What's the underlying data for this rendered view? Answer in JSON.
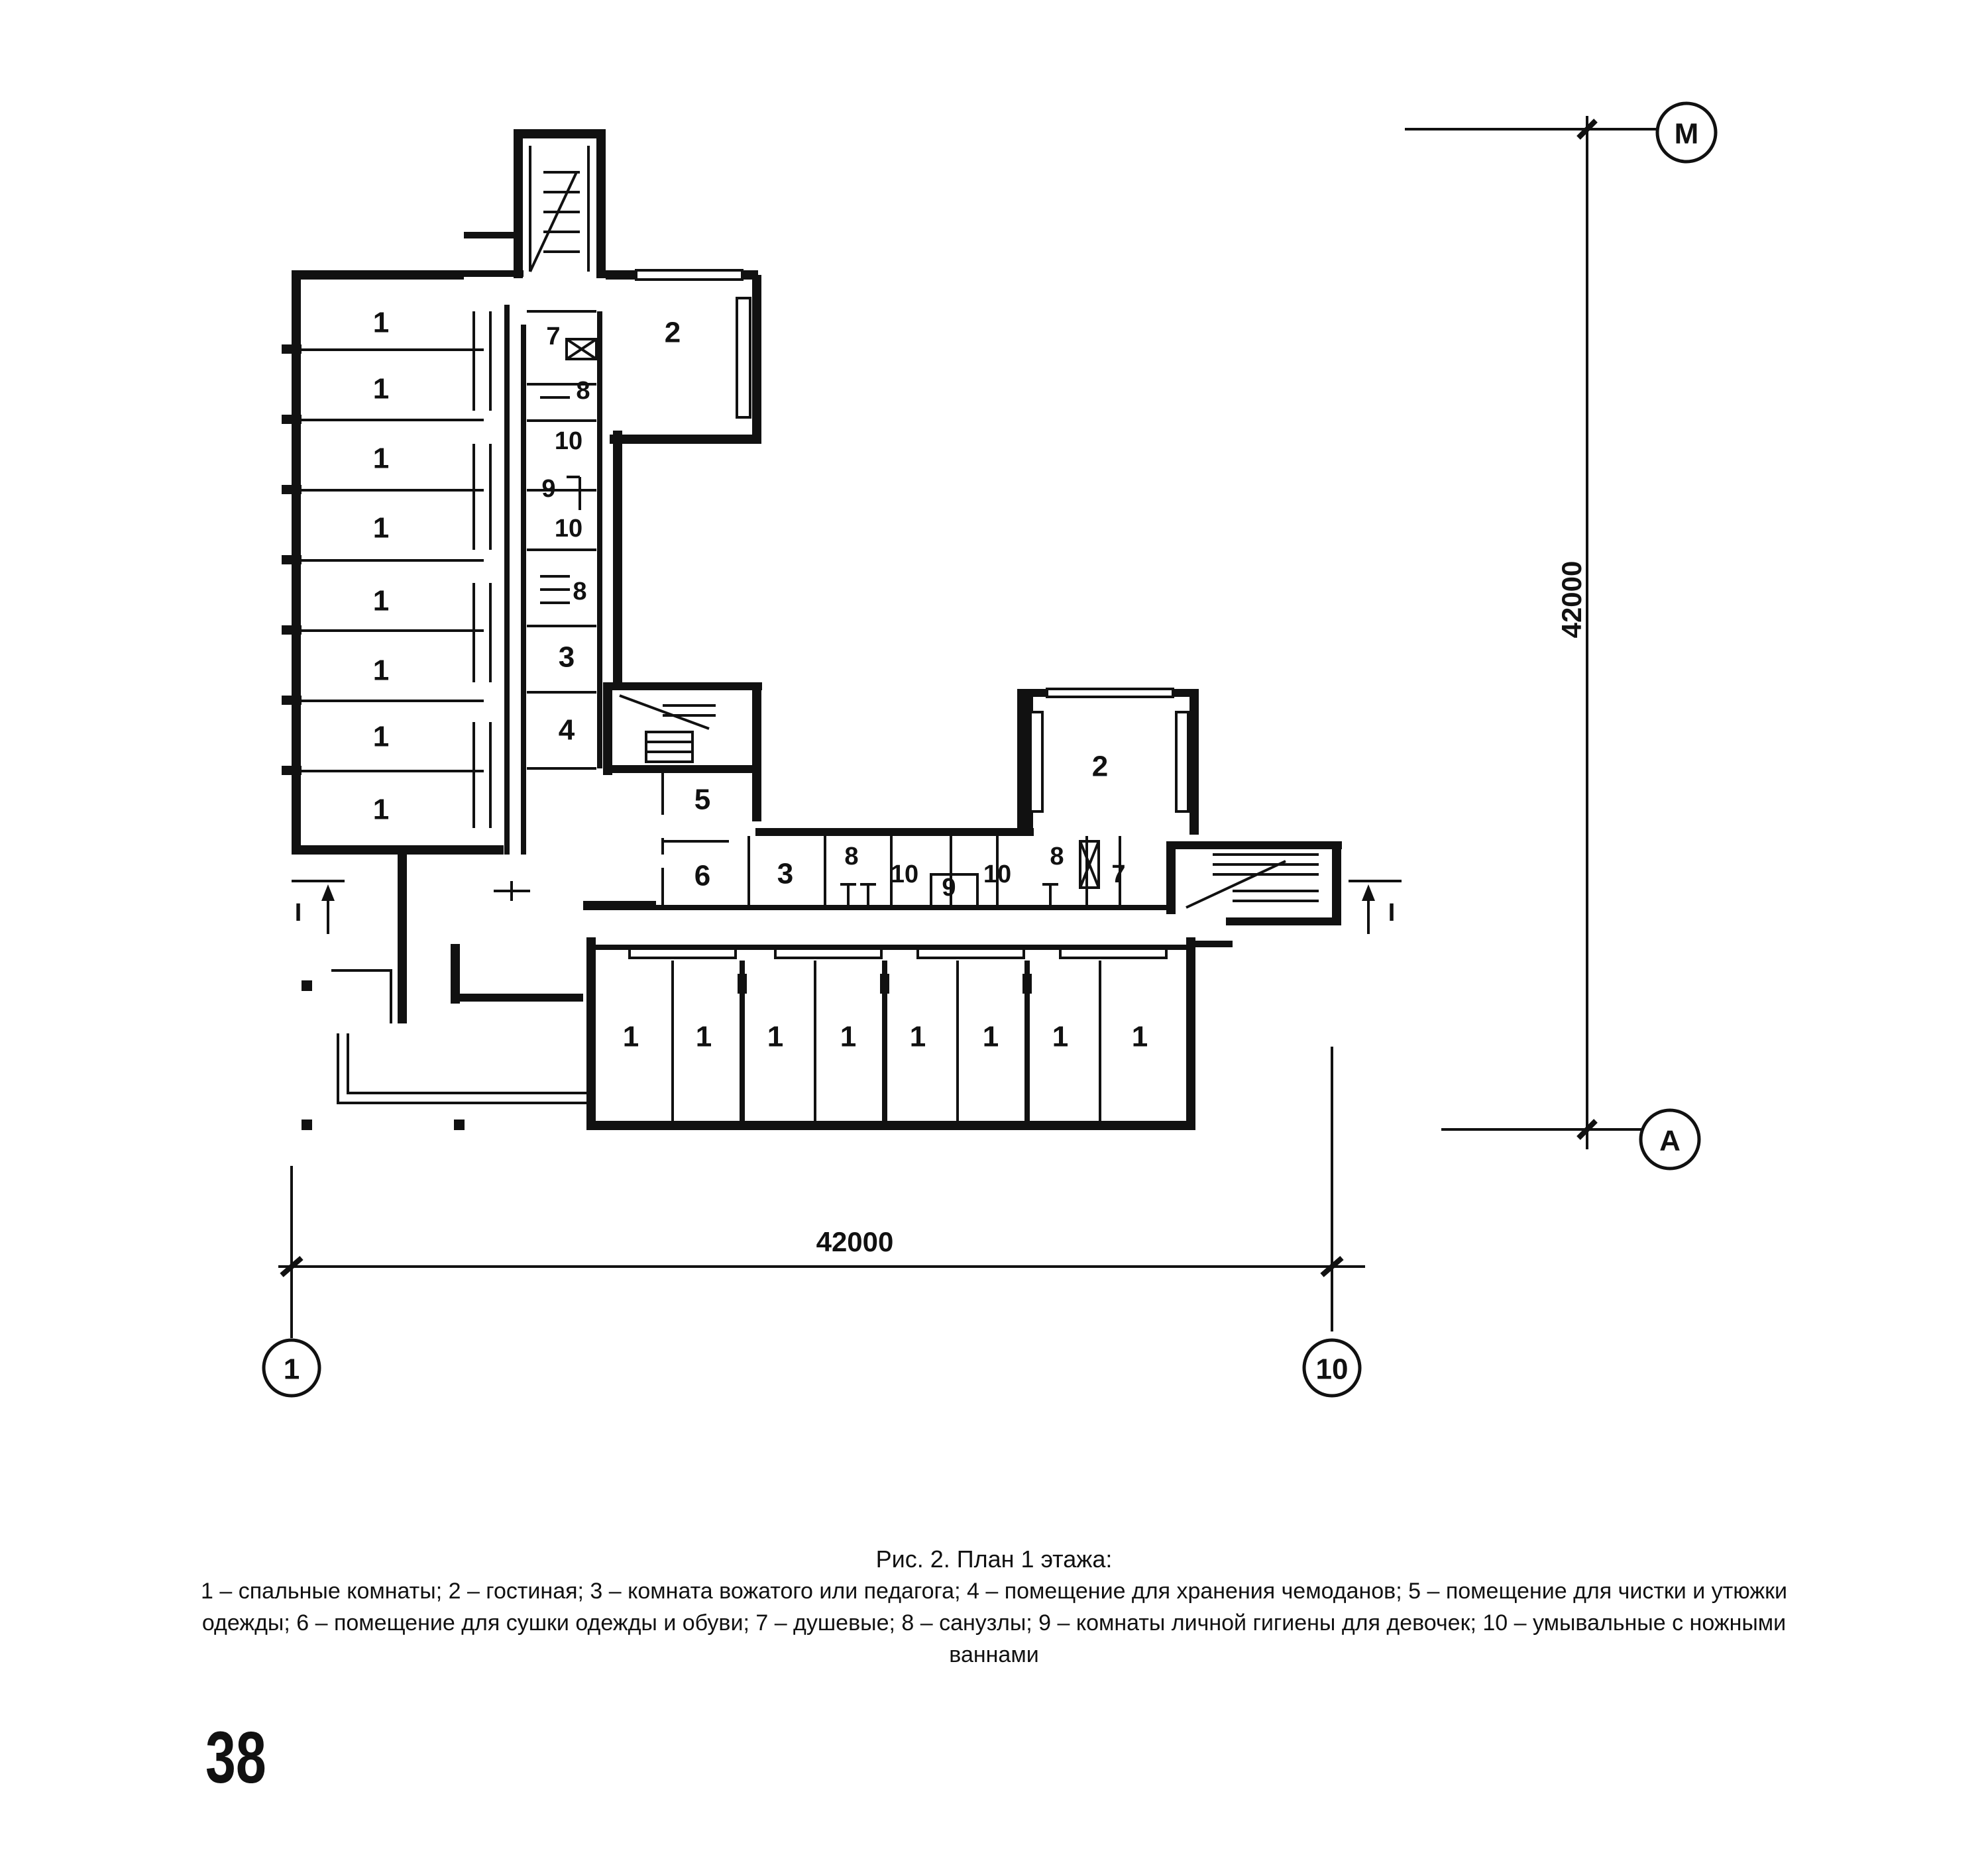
{
  "figure": {
    "caption_title": "Рис. 2. План 1 этажа:",
    "caption_body": "1 – спальные комнаты; 2 – гостиная; 3 – комната вожатого или педагога; 4 – помещение для хранения чемоданов; 5 – помещение для чистки и утюжки одежды; 6 – помещение для сушки одежды и обуви; 7 – душевые; 8 – санузлы; 9 – комнаты личной гигиены для девочек; 10 – умывальные с ножными ваннами"
  },
  "page_number": "38",
  "dimensions": {
    "horizontal": "42000",
    "vertical": "42000"
  },
  "axes": {
    "left": "1",
    "right": "10",
    "top": "М",
    "bottom": "А"
  },
  "section_marker": "I",
  "rooms": {
    "west_wing": [
      "1",
      "1",
      "1",
      "1",
      "1",
      "1",
      "1",
      "1"
    ],
    "core": [
      "7",
      "8",
      "10",
      "9",
      "10",
      "8",
      "3",
      "4"
    ],
    "lounge_north": "2",
    "lounge_east": "2",
    "center": [
      "5",
      "6",
      "3",
      "8",
      "10",
      "9",
      "10",
      "8",
      "7"
    ],
    "south_wing": [
      "1",
      "1",
      "1",
      "1",
      "1",
      "1",
      "1",
      "1"
    ]
  }
}
